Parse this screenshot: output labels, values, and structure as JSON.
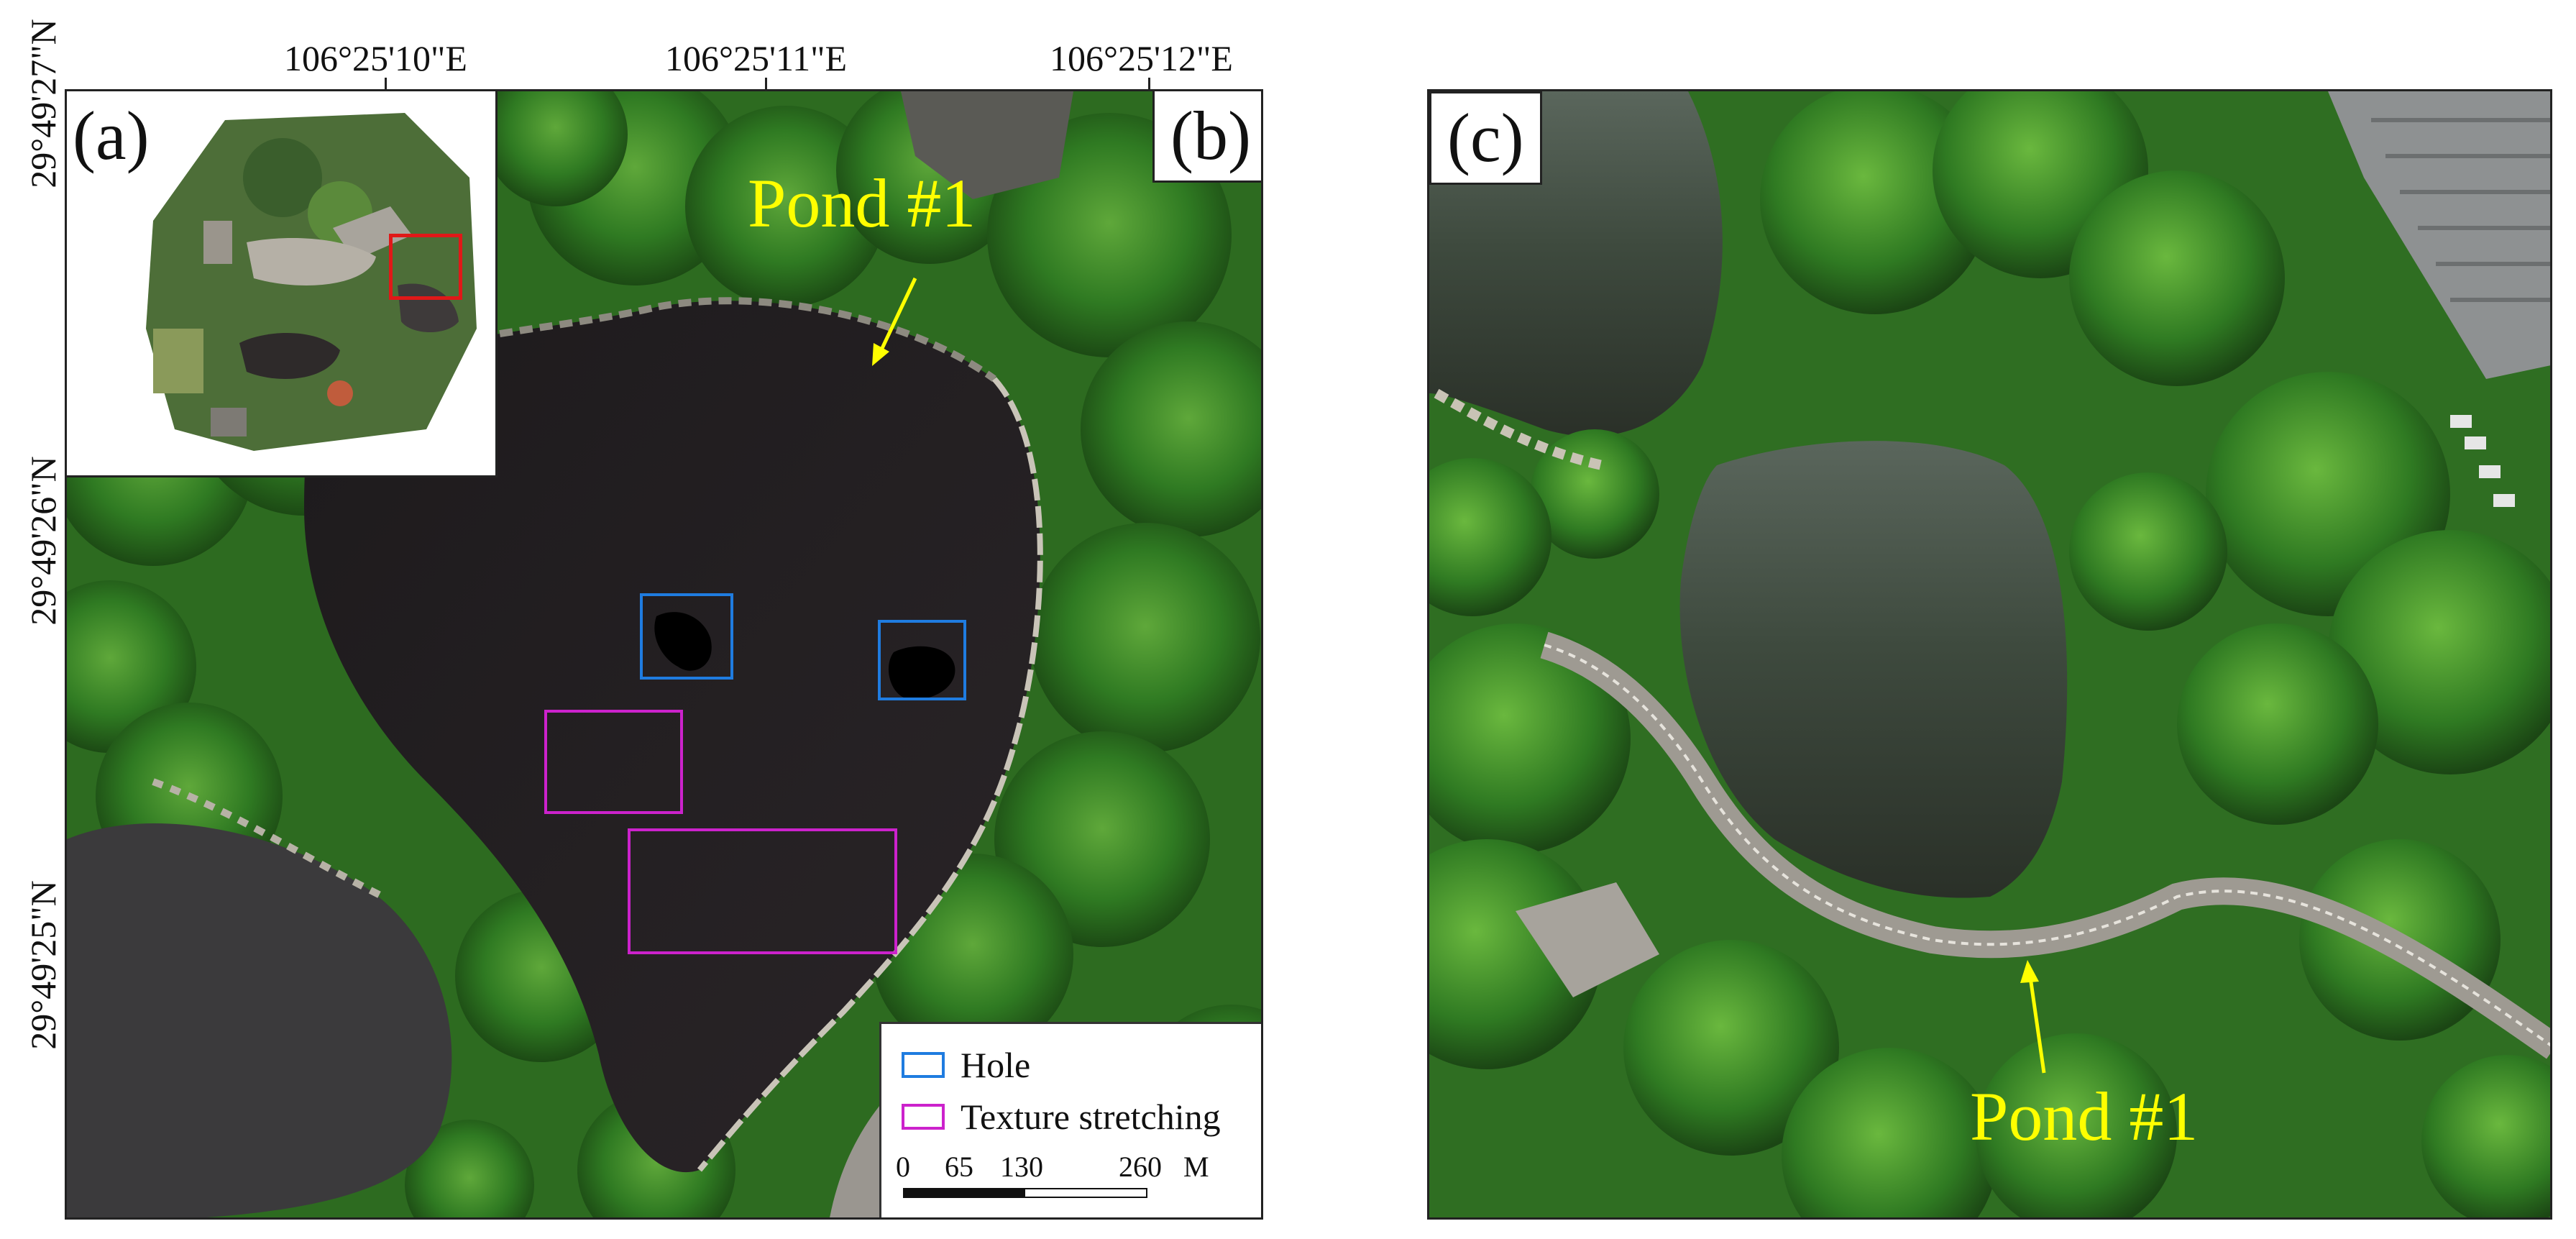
{
  "panel_b": {
    "label": "(b)",
    "top_ticks": [
      "106°25'10\"E",
      "106°25'11\"E",
      "106°25'12\"E"
    ],
    "left_ticks": [
      "29°49'27\"N",
      "29°49'26\"N",
      "29°49'25\"N"
    ],
    "pond_label": "Pond #1",
    "legend": {
      "hole": "Hole",
      "texture": "Texture stretching",
      "hole_color": "#1f7ce0",
      "texture_color": "#cc22cc"
    },
    "scale": {
      "ticks": [
        "0",
        "65",
        "130",
        "260"
      ],
      "unit": "M"
    }
  },
  "panel_a": {
    "label": "(a)"
  },
  "panel_c": {
    "label": "(c)",
    "pond_label": "Pond #1"
  }
}
